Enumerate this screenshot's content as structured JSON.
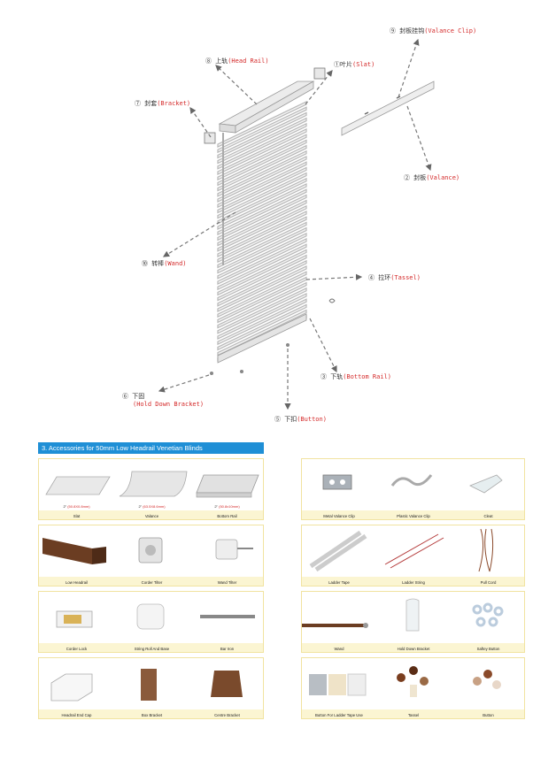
{
  "diagram": {
    "callouts": [
      {
        "id": "valance-clip",
        "cn": "⑨ 封板挂钩",
        "en": "(Valance Clip)"
      },
      {
        "id": "head-rail",
        "cn": "⑧ 上轨",
        "en": "(Head Rail)"
      },
      {
        "id": "slat",
        "cn": "①叶片",
        "en": "(Slat)"
      },
      {
        "id": "bracket",
        "cn": "⑦ 封套",
        "en": "(Bracket)"
      },
      {
        "id": "valance",
        "cn": "② 封板",
        "en": "(Valance)"
      },
      {
        "id": "wand",
        "cn": "⑩ 转棒",
        "en": "(Wand)"
      },
      {
        "id": "tassel",
        "cn": "④ 拉环",
        "en": "(Tassel)"
      },
      {
        "id": "bottom-rail",
        "cn": "③ 下轨",
        "en": "(Bottom Rail)"
      },
      {
        "id": "hold-down",
        "cn": "⑥ 下固",
        "en": "(Hold Down Bracket)"
      },
      {
        "id": "button",
        "cn": "⑤ 下扣",
        "en": "(Button)"
      }
    ]
  },
  "accessories": {
    "title": "3. Accessories for 50mm Low Headrail Venetian Blinds",
    "left_panels": [
      {
        "items": [
          {
            "label": "Slat",
            "sub_a": "2\"",
            "sub_b": "(50.8X0.8mm)"
          },
          {
            "label": "Valance",
            "sub_a": "2\"",
            "sub_b": "(63.5X8.6mm)"
          },
          {
            "label": "Bottom Rail",
            "sub_a": "2\"",
            "sub_b": "(50.8x10mm)"
          }
        ]
      },
      {
        "items": [
          {
            "label": "Low Headrail"
          },
          {
            "label": "Corder Tilter"
          },
          {
            "label": "Wand Tilter"
          }
        ]
      },
      {
        "items": [
          {
            "label": "Corder Lock"
          },
          {
            "label": "String Roll And Base"
          },
          {
            "label": "Bar Iron"
          }
        ]
      },
      {
        "items": [
          {
            "label": "Headrail End Cap"
          },
          {
            "label": "Box Bracket"
          },
          {
            "label": "Centre Bracket"
          }
        ]
      }
    ],
    "right_panels": [
      {
        "items": [
          {
            "label": "Metal Valance Clip"
          },
          {
            "label": "Plastic Valance Clip"
          },
          {
            "label": "Cleat"
          }
        ]
      },
      {
        "items": [
          {
            "label": "Ladder Tape"
          },
          {
            "label": "Ladder String"
          },
          {
            "label": "Pull Cord"
          }
        ]
      },
      {
        "items": [
          {
            "label": "Wand"
          },
          {
            "label": "Hold Down Bracket"
          },
          {
            "label": "Saftey Button"
          }
        ]
      },
      {
        "items": [
          {
            "label": "Button For Ladder Tape Use"
          },
          {
            "label": "Tassel"
          },
          {
            "label": "Button"
          }
        ]
      }
    ]
  }
}
